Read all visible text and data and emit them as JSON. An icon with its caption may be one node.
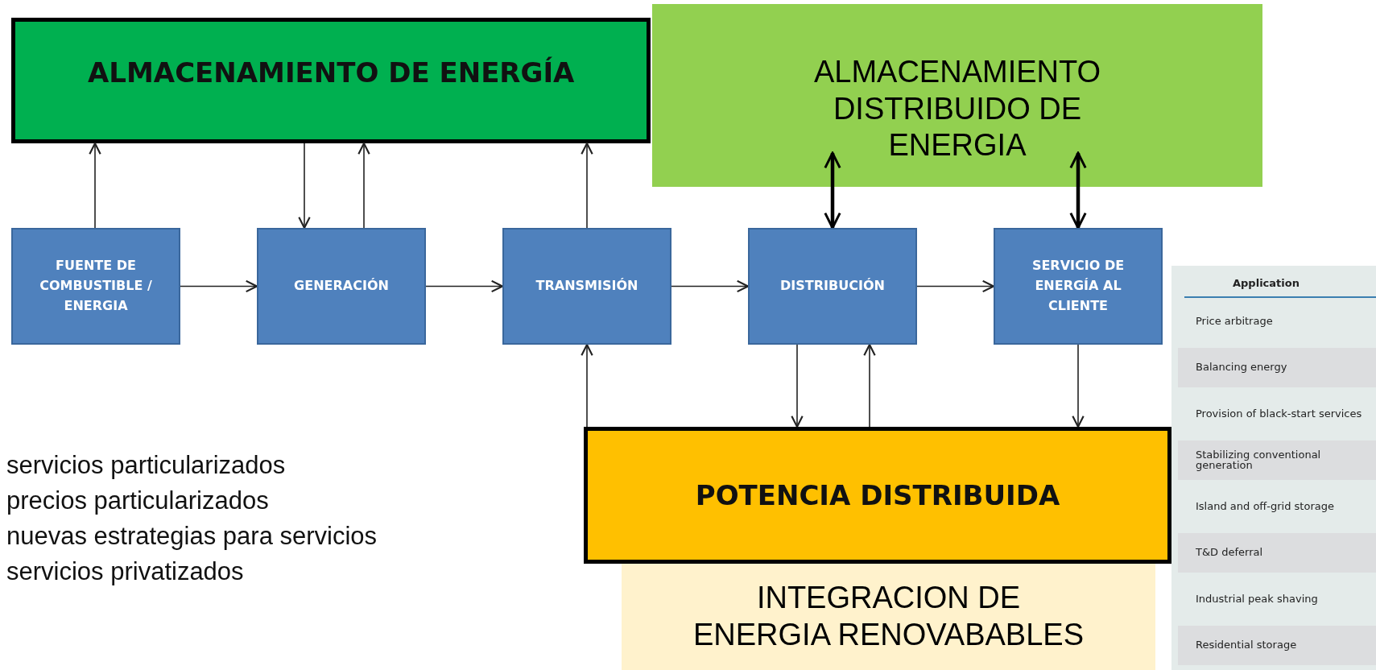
{
  "diagram": {
    "nodes": [
      {
        "text": [
          "ALMACENAMIENTO DE ENERGÍA"
        ]
      },
      {
        "text": [
          "ALMACENAMIENTO DISTRIBUIDO DE ENERGIA"
        ]
      },
      {
        "text": [
          "FUENTE DE COMBUSTIBLE / ENERGIA"
        ]
      },
      {
        "text": [
          "GENERACIÓN"
        ]
      },
      {
        "text": [
          "TRANSMISIÓN"
        ]
      },
      {
        "text": [
          "DISTRIBUCIÓN"
        ]
      },
      {
        "text": [
          "SERVICIO DE ENERGÍA AL CLIENTE"
        ]
      },
      {
        "text": [
          "POTENCIA DISTRIBUIDA"
        ]
      },
      {
        "text": [
          "INTEGRACION DE ENERGIA RENOVABABLES"
        ]
      }
    ],
    "edges": [
      {
        "from": 2,
        "to": 0,
        "arrow": "to"
      },
      {
        "from": 0,
        "to": 3,
        "arrow": "to"
      },
      {
        "from": 3,
        "to": 0,
        "arrow": "to"
      },
      {
        "from": 4,
        "to": 0,
        "arrow": "to"
      },
      {
        "from": 2,
        "to": 3,
        "arrow": "to"
      },
      {
        "from": 3,
        "to": 4,
        "arrow": "to"
      },
      {
        "from": 4,
        "to": 5,
        "arrow": "to"
      },
      {
        "from": 5,
        "to": 6,
        "arrow": "to"
      },
      {
        "from": 1,
        "to": 5,
        "arrow": "both",
        "style": "thick"
      },
      {
        "from": 1,
        "to": 6,
        "arrow": "both",
        "style": "thick"
      },
      {
        "from": 7,
        "to": 4,
        "arrow": "to"
      },
      {
        "from": 5,
        "to": 7,
        "arrow": "to"
      },
      {
        "from": 7,
        "to": 5,
        "arrow": "to"
      },
      {
        "from": 6,
        "to": 7,
        "arrow": "to"
      }
    ],
    "labels": [
      "servicios particularizados",
      "precios particularizados",
      "nuevas estrategias para servicios",
      "servicios privatizados",
      "Application",
      "Price arbitrage",
      "Balancing energy",
      "Provision of black-start services",
      "Stabilizing conventional generation",
      "Island and off-grid storage",
      "T&D deferral",
      "Industrial peak shaving",
      "Residential storage"
    ]
  }
}
